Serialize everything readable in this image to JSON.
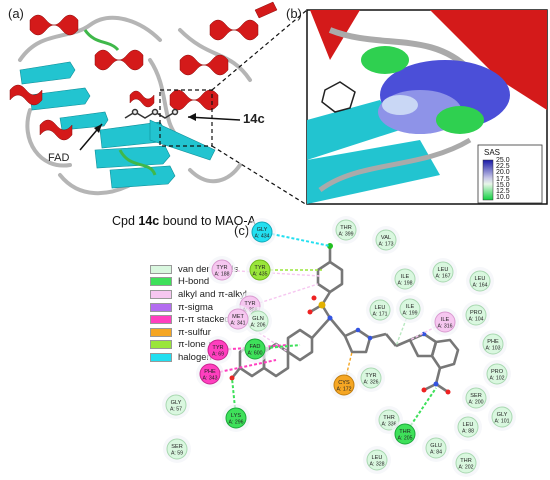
{
  "panels": {
    "a": "(a)",
    "b": "(b)",
    "c": "(c)"
  },
  "structure_labels": {
    "fad": "FAD",
    "ligand": "14c"
  },
  "caption": {
    "prefix": "Cpd ",
    "compound": "14c",
    "suffix": " bound to MAO-A"
  },
  "sas_scale": {
    "title": "SAS",
    "ticks": [
      "25.0",
      "22.5",
      "20.0",
      "17.5",
      "15.0",
      "12.5",
      "10.0"
    ]
  },
  "legend": [
    {
      "label": "van der Waals",
      "color": "#d9f7df"
    },
    {
      "label": "H-bond",
      "color": "#3ee05a"
    },
    {
      "label": "alkyl and π-alkyl",
      "color": "#f6c7f0"
    },
    {
      "label": "π-sigma",
      "color": "#b36cf0"
    },
    {
      "label": "π-π stacked",
      "color": "#ff3fbf"
    },
    {
      "label": "π-sulfur",
      "color": "#f5a623"
    },
    {
      "label": "π-lone pair",
      "color": "#9ae63a"
    },
    {
      "label": "halogen",
      "color": "#22dff0"
    }
  ],
  "residues": [
    {
      "name": "GLY",
      "num": "A: 434",
      "type": "halogen"
    },
    {
      "name": "THR",
      "num": "A: 399",
      "type": "vdw"
    },
    {
      "name": "VAL",
      "num": "A: 173",
      "type": "vdw"
    },
    {
      "name": "TYR",
      "num": "A: 188",
      "type": "alkyl"
    },
    {
      "name": "TYR",
      "num": "A: 435",
      "type": "lonepair"
    },
    {
      "name": "ILE",
      "num": "A: 198",
      "type": "vdw"
    },
    {
      "name": "LEU",
      "num": "A: 167",
      "type": "vdw"
    },
    {
      "name": "LEU",
      "num": "A: 164",
      "type": "vdw"
    },
    {
      "name": "TYR",
      "num": "A: 388",
      "type": "alkyl"
    },
    {
      "name": "GLN",
      "num": "A: 206",
      "type": "vdw"
    },
    {
      "name": "MET",
      "num": "A: 341",
      "type": "alkyl"
    },
    {
      "name": "LEU",
      "num": "A: 171",
      "type": "vdw"
    },
    {
      "name": "ILE",
      "num": "A: 199",
      "type": "vdw"
    },
    {
      "name": "ILE",
      "num": "A: 316",
      "type": "alkyl"
    },
    {
      "name": "PRO",
      "num": "A: 104",
      "type": "vdw"
    },
    {
      "name": "TYR",
      "num": "A: 69",
      "type": "stacked"
    },
    {
      "name": "FAD",
      "num": "A: 600",
      "type": "hbond"
    },
    {
      "name": "PHE",
      "num": "A: 103",
      "type": "vdw"
    },
    {
      "name": "PHE",
      "num": "A: 343",
      "type": "stacked"
    },
    {
      "name": "PRO",
      "num": "A: 102",
      "type": "vdw"
    },
    {
      "name": "GLY",
      "num": "A: 57",
      "type": "vdw"
    },
    {
      "name": "TYR",
      "num": "A: 326",
      "type": "vdw"
    },
    {
      "name": "CYS",
      "num": "A: 172",
      "type": "sulfur"
    },
    {
      "name": "SER",
      "num": "A: 200",
      "type": "vdw"
    },
    {
      "name": "LYS",
      "num": "A: 296",
      "type": "hbond"
    },
    {
      "name": "THR",
      "num": "A: 336",
      "type": "vdw"
    },
    {
      "name": "THR",
      "num": "A: 205",
      "type": "hbond"
    },
    {
      "name": "LEU",
      "num": "A: 88",
      "type": "vdw"
    },
    {
      "name": "GLY",
      "num": "A: 101",
      "type": "vdw"
    },
    {
      "name": "SER",
      "num": "A: 59",
      "type": "vdw"
    },
    {
      "name": "GLU",
      "num": "A: 84",
      "type": "vdw"
    },
    {
      "name": "LEU",
      "num": "A: 328",
      "type": "vdw"
    },
    {
      "name": "THR",
      "num": "A: 202",
      "type": "vdw"
    }
  ],
  "type_colors": {
    "vdw": "#d9f7df",
    "hbond": "#3ee05a",
    "alkyl": "#f6c7f0",
    "sigma": "#b36cf0",
    "stacked": "#ff3fbf",
    "sulfur": "#f5a623",
    "lonepair": "#9ae63a",
    "halogen": "#22dff0"
  }
}
